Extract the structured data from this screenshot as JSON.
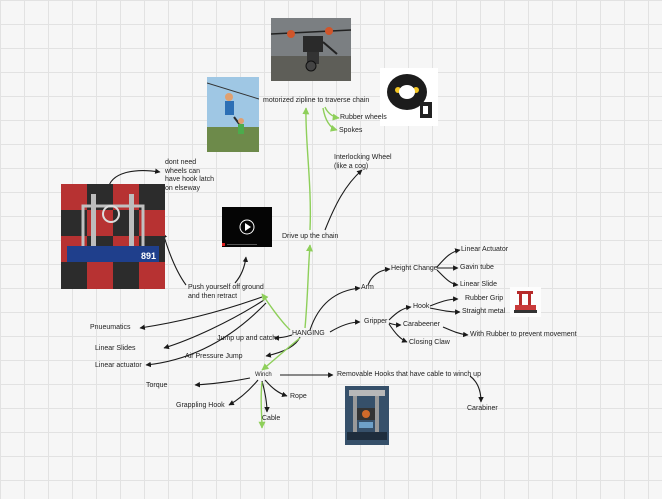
{
  "nodes": {
    "hanging": "HANGING",
    "drive_up_chain": "Drive up the chain",
    "zipline": "motorized zipline to traverse chain",
    "rubber_wheels": "Rubber wheels",
    "spokes": "Spokes",
    "interlocking_wheel_l1": "Interlocking Wheel",
    "interlocking_wheel_l2": "(like a cog)",
    "push_off_l1": "Push yourself off ground",
    "push_off_l2": "and then retract",
    "no_wheels_l1": "dont need",
    "no_wheels_l2": "wheels can",
    "no_wheels_l3": "have hook latch",
    "no_wheels_l4": "on elseway",
    "pneumatics": "Pnueumatics",
    "linear_slides": "Linear Slides",
    "linear_actuator": "Linear actuator",
    "jump_latch": "Jump up and catch",
    "air_pressure_jump": "Air Pressure Jump",
    "arm": "Arm",
    "height_change": "Height Change",
    "arm_linear_actuator": "Linear Actuator",
    "gavin_tube": "Gavin tube",
    "arm_linear_slide": "Linear Slide",
    "gripper": "Gripper",
    "hook": "Hook",
    "rubber_grip": "Rubber Grip",
    "straight_metal": "Straight metal",
    "carabeener": "Carabeener",
    "with_rubber": "With Rubber to prevent movement",
    "closing_claw": "Closing Claw",
    "winch": "Winch",
    "removable_hooks": "Removable Hooks that have cable to winch up",
    "carabiner": "Carabiner",
    "torque": "Torque",
    "grappling_hook": "Grappling Hook",
    "rope": "Rope",
    "cable": "Cable"
  },
  "video": {
    "caption": "Video"
  },
  "colors": {
    "edge_dark": "#1a1a1a",
    "edge_green": "#8ecf5a"
  }
}
